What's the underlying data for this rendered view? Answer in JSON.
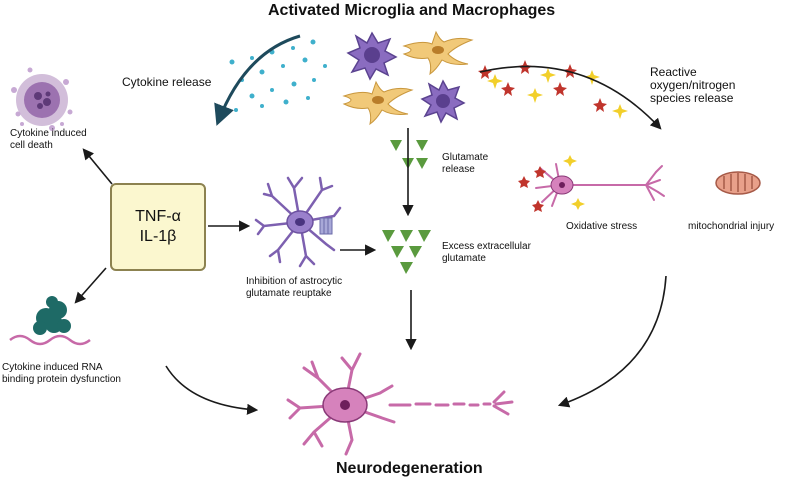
{
  "title": "Activated Microglia and Macrophages",
  "bottom_title": "Neurodegeneration",
  "cytokines": [
    "TNF-α",
    "IL-1β"
  ],
  "labels": {
    "cytokine_release": "Cytokine release",
    "ros_release": [
      "Reactive",
      "oxygen/nitrogen",
      "species release"
    ],
    "cell_death": [
      "Cytokine induced",
      "cell death"
    ],
    "glutamate_release": [
      "Glutamate",
      "release"
    ],
    "oxidative_stress": "Oxidative stress",
    "mito_injury": "mitochondrial injury",
    "excess_glutamate": [
      "Excess extracellular",
      "glutamate"
    ],
    "astro_reuptake": [
      "Inhibition of astrocytic",
      "glutamate reuptake"
    ],
    "rbp": [
      "Cytokine induced RNA",
      "binding protein dysfunction"
    ]
  },
  "colors": {
    "arrow": "#1a1a1a",
    "cytokine_arrow": "#1e4a5c",
    "neuron": "#c76aa8",
    "neuron_dark": "#8a3a78",
    "microglia": "#6e52a6",
    "macrophage": "#e0b05a",
    "glutamate": "#5a9a3e",
    "ros_red": "#c0342c",
    "ros_yellow": "#f2cf2a",
    "box_fill": "#fbf7cf",
    "box_border": "#8c8250"
  }
}
